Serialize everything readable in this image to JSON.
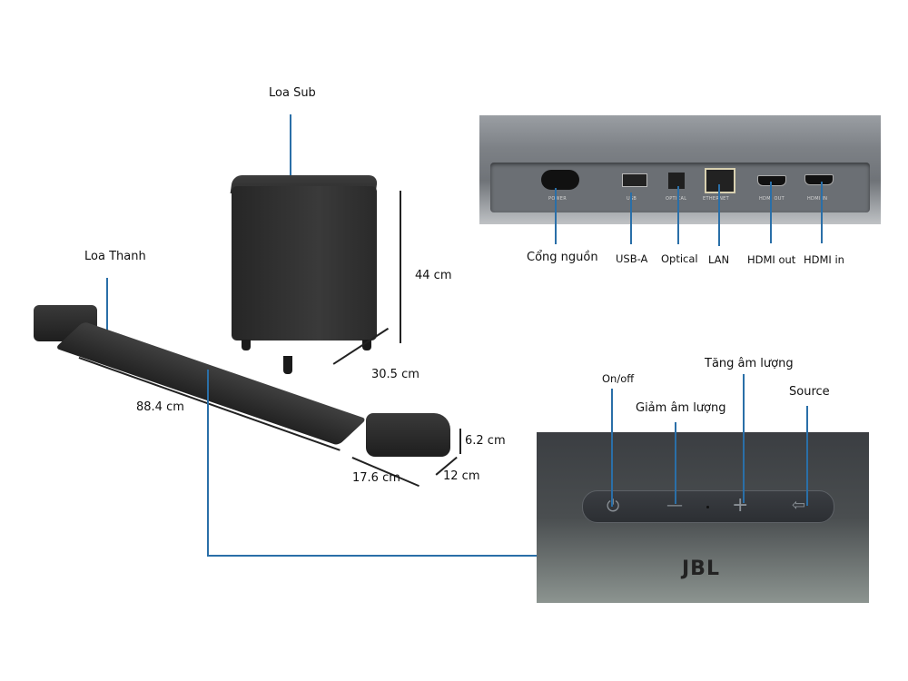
{
  "product_diagram": {
    "subwoofer": {
      "label": "Loa Sub",
      "height": "44 cm",
      "depth": "30.5 cm"
    },
    "soundbar": {
      "label": "Loa Thanh",
      "width": "88.4 cm",
      "detachable_speaker": {
        "width": "17.6 cm",
        "depth": "12 cm",
        "height": "6.2 cm"
      }
    }
  },
  "rear_panel": {
    "ports": [
      {
        "printed": "POWER",
        "label": "Cổng nguồn"
      },
      {
        "printed": "USB",
        "label": "USB-A"
      },
      {
        "printed": "OPTICAL",
        "label": "Optical"
      },
      {
        "printed": "ETHERNET",
        "label": "LAN"
      },
      {
        "printed": "HDMI OUT",
        "label": "HDMI out"
      },
      {
        "printed": "HDMI IN",
        "label": "HDMI in"
      }
    ]
  },
  "top_panel": {
    "buttons": [
      {
        "icon": "power-icon",
        "glyph": "⏻",
        "label": "On/off"
      },
      {
        "icon": "minus-icon",
        "glyph": "—",
        "label": "Giảm âm lượng"
      },
      {
        "icon": "plus-icon",
        "glyph": "+",
        "label": "Tăng âm lượng"
      },
      {
        "icon": "source-icon",
        "glyph": "⇦",
        "label": "Source"
      }
    ],
    "brand": "JBL"
  },
  "colors": {
    "callout_line": "#2a6fa8",
    "device_body": "#2d2d2d"
  }
}
